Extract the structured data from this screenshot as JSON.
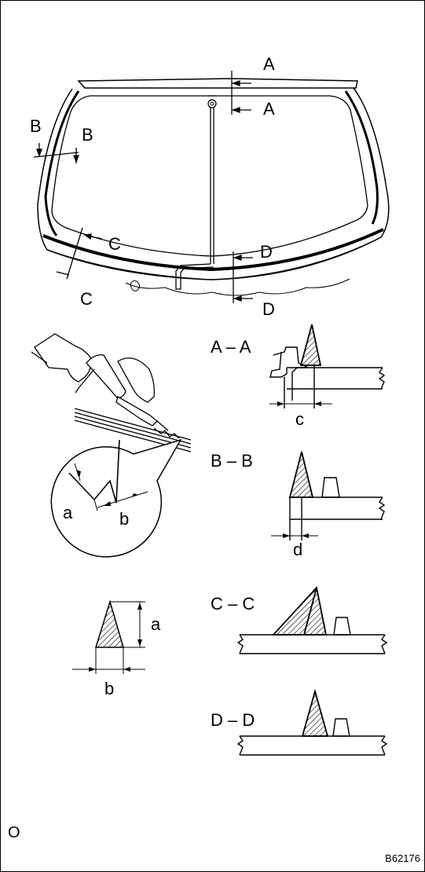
{
  "windshield": {
    "cut_a_top": "A",
    "cut_a_bottom": "A",
    "cut_b_left": "B",
    "cut_b_right": "B",
    "cut_c_top": "C",
    "cut_c_bottom": "C",
    "cut_d_top": "D",
    "cut_d_bottom": "D"
  },
  "bead_detail": {
    "dim_a": "a",
    "dim_b": "b"
  },
  "bead_profile": {
    "dim_a": "a",
    "dim_b": "b"
  },
  "sections": {
    "aa": {
      "title": "A – A",
      "dim": "c"
    },
    "bb": {
      "title": "B – B",
      "dim": "d"
    },
    "cc": {
      "title": "C – C"
    },
    "dd": {
      "title": "D – D"
    }
  },
  "footer": {
    "corner_label": "O",
    "figure_code": "B62176"
  },
  "colors": {
    "line": "#000000",
    "background": "#ffffff"
  }
}
